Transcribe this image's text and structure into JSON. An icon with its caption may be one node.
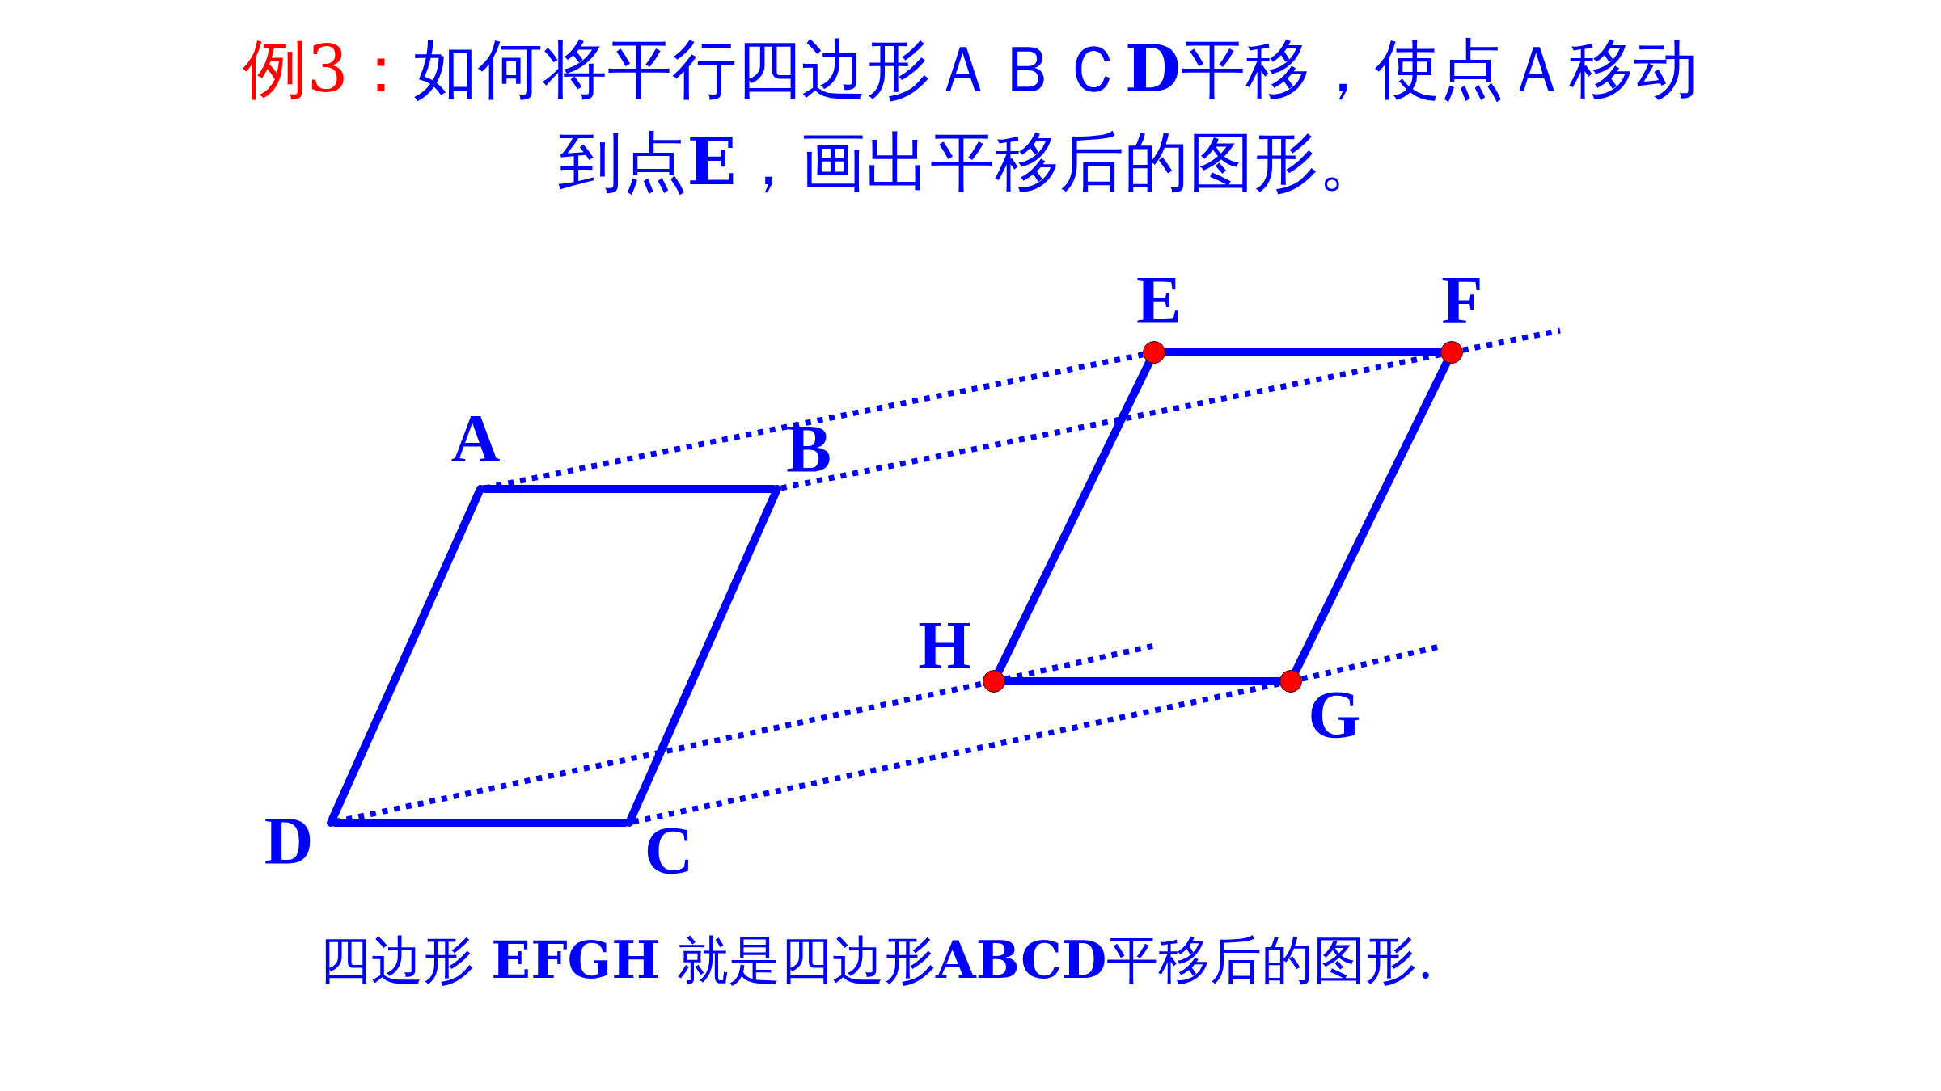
{
  "diagram": {
    "title": "如何将平行四边形ＡＢＣ**D**平移，使点Ａ移动到点**E**，画出平移后的图形。",
    "caption": "四边形 **EFGH**  就是四边形**ABCD**平移后的图形.",
    "labels": [
      "例3："
    ],
    "nodes": [
      {
        "text": [],
        "shape": "point",
        "beside": [
          "A"
        ]
      },
      {
        "text": [],
        "shape": "point",
        "beside": [
          "B"
        ]
      },
      {
        "text": [],
        "shape": "point",
        "beside": [
          "C"
        ]
      },
      {
        "text": [],
        "shape": "point",
        "beside": [
          "D"
        ]
      },
      {
        "text": [],
        "shape": "circle",
        "beside": [
          "E"
        ]
      },
      {
        "text": [],
        "shape": "circle",
        "beside": [
          "F"
        ]
      },
      {
        "text": [],
        "shape": "circle",
        "beside": [
          "G"
        ]
      },
      {
        "text": [],
        "shape": "circle",
        "beside": [
          "H"
        ]
      }
    ],
    "edges": [
      {
        "from": 0,
        "to": 1,
        "arrow": "none"
      },
      {
        "from": 1,
        "to": 2,
        "arrow": "none"
      },
      {
        "from": 2,
        "to": 3,
        "arrow": "none"
      },
      {
        "from": 3,
        "to": 0,
        "arrow": "none"
      },
      {
        "from": 4,
        "to": 5,
        "arrow": "none"
      },
      {
        "from": 5,
        "to": 6,
        "arrow": "none"
      },
      {
        "from": 6,
        "to": 7,
        "arrow": "none"
      },
      {
        "from": 7,
        "to": 4,
        "arrow": "none"
      },
      {
        "from": 0,
        "to": 4,
        "arrow": "none",
        "style": "dashed"
      },
      {
        "from": 1,
        "to": 5,
        "arrow": "none",
        "style": "dashed"
      },
      {
        "from": 2,
        "to": 6,
        "arrow": "none",
        "style": "dashed"
      },
      {
        "from": 3,
        "to": 7,
        "arrow": "none",
        "style": "dashed"
      }
    ]
  }
}
